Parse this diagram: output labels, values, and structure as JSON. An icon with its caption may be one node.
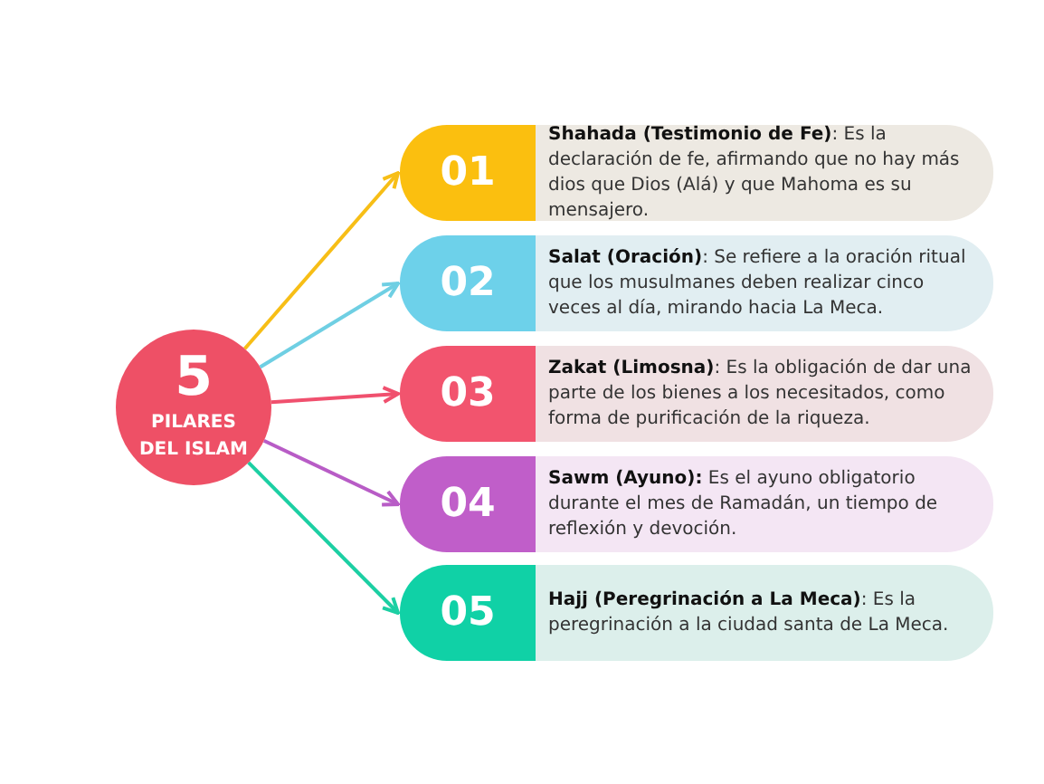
{
  "diagram": {
    "nodes": [
      {
        "text": [
          "5",
          "PILARES DEL ISLAM"
        ]
      },
      {
        "text": [
          "01"
        ]
      },
      {
        "text": [
          "**Shahada (Testimonio de Fe)**: Es la declaración de fe, afirmando que no hay más dios que Dios (Alá) y que Mahoma es su mensajero."
        ]
      },
      {
        "text": [
          "02"
        ]
      },
      {
        "text": [
          "**Salat (Oración)**: Se refiere a la oración ritual que los musulmanes deben realizar cinco veces al día, mirando hacia La Meca."
        ]
      },
      {
        "text": [
          "03"
        ]
      },
      {
        "text": [
          "**Zakat (Limosna)**: Es la obligación de dar una parte de los bienes a los necesitados, como forma de purificación de la riqueza."
        ]
      },
      {
        "text": [
          "04"
        ]
      },
      {
        "text": [
          "**Sawm (Ayuno):** Es el ayuno obligatorio durante el mes de Ramadán, un tiempo de reflexión y devoción."
        ]
      },
      {
        "text": [
          "05"
        ]
      },
      {
        "text": [
          "**Hajj (Peregrinación a La Meca)**: Es la peregrinación a la ciudad santa de La Meca."
        ]
      }
    ],
    "edges": [
      {
        "from": 0,
        "to": 1,
        "arrow": "to",
        "color": "#f7be16"
      },
      {
        "from": 0,
        "to": 3,
        "arrow": "to",
        "color": "#6fcfe3"
      },
      {
        "from": 0,
        "to": 5,
        "arrow": "to",
        "color": "#f0506e"
      },
      {
        "from": 0,
        "to": 7,
        "arrow": "to",
        "color": "#b85cc6"
      },
      {
        "from": 0,
        "to": 9,
        "arrow": "to",
        "color": "#1ccfa3"
      }
    ]
  }
}
